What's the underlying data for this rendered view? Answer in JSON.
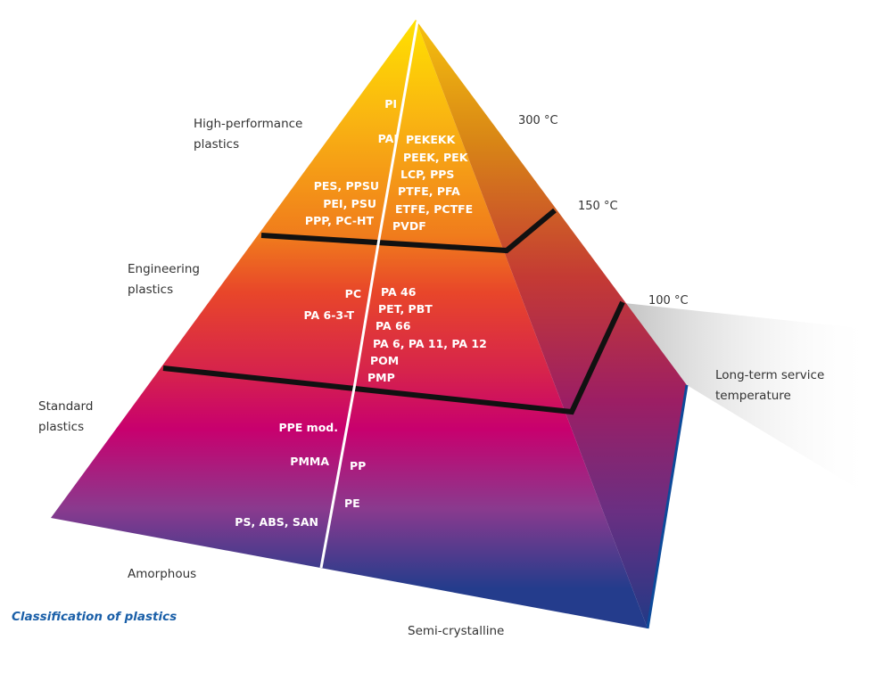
{
  "tiers": {
    "high": "High-performance\nplastics",
    "engineering": "Engineering\nplastics",
    "standard": "Standard\nplastics"
  },
  "temperatures": {
    "t300": "300 °C",
    "t150": "150 °C",
    "t100": "100 °C"
  },
  "axis": {
    "amorphous": "Amorphous",
    "semicrystalline": "Semi-crystalline",
    "service_temp": "Long-term service\ntemperature"
  },
  "caption": "Classification of plastics",
  "amorphous_materials": {
    "high": [
      "PI",
      "PAI",
      "PES, PPSU",
      "PEI, PSU",
      "PPP, PC-HT"
    ],
    "engineering": [
      "PC",
      "PA 6-3-T"
    ],
    "standard": [
      "PPE mod.",
      "PMMA",
      "PS, ABS, SAN"
    ]
  },
  "semicrystalline_materials": {
    "high": [
      "PEKEKK",
      "PEEK, PEK",
      "LCP, PPS",
      "PTFE, PFA",
      "ETFE, PCTFE",
      "PVDF"
    ],
    "engineering": [
      "PA 46",
      "PET, PBT",
      "PA 66",
      "PA 6, PA 11, PA 12",
      "POM",
      "PMP"
    ],
    "standard": [
      "PP",
      "PE"
    ]
  },
  "colors": {
    "top_yellow": "#ffe100",
    "orange": "#f08a1a",
    "red": "#e6372a",
    "magenta": "#c8006e",
    "blue": "#283c8c",
    "edge_blue": "#0d4a9a",
    "caption": "#1a5fa8"
  }
}
